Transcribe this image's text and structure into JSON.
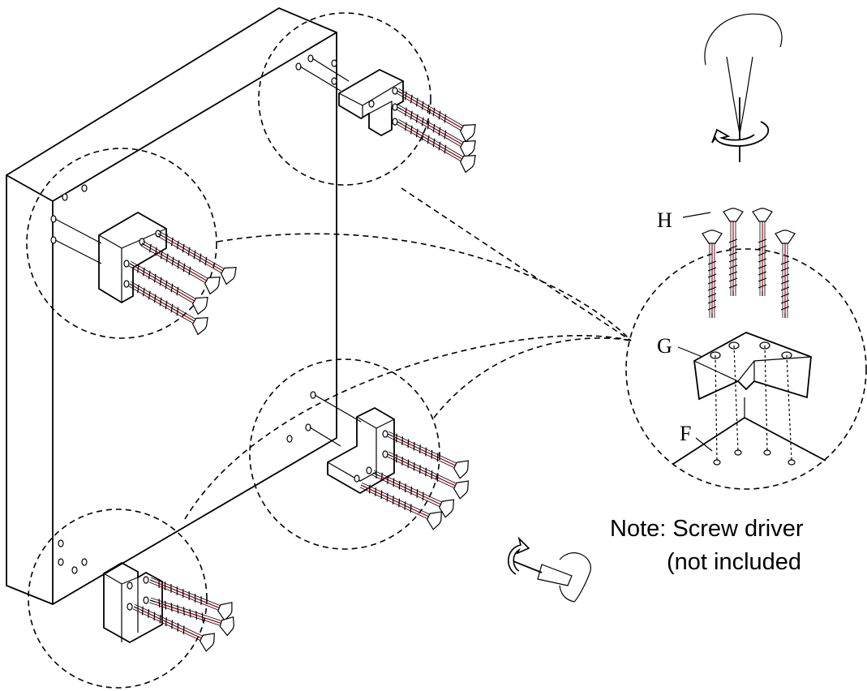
{
  "labels": {
    "h": "H",
    "g": "G",
    "f": "F"
  },
  "note": {
    "line1": "Note: Screw driver",
    "line2": "(not included"
  },
  "colors": {
    "ink": "#000000",
    "screw_accent": "#d0021b"
  }
}
